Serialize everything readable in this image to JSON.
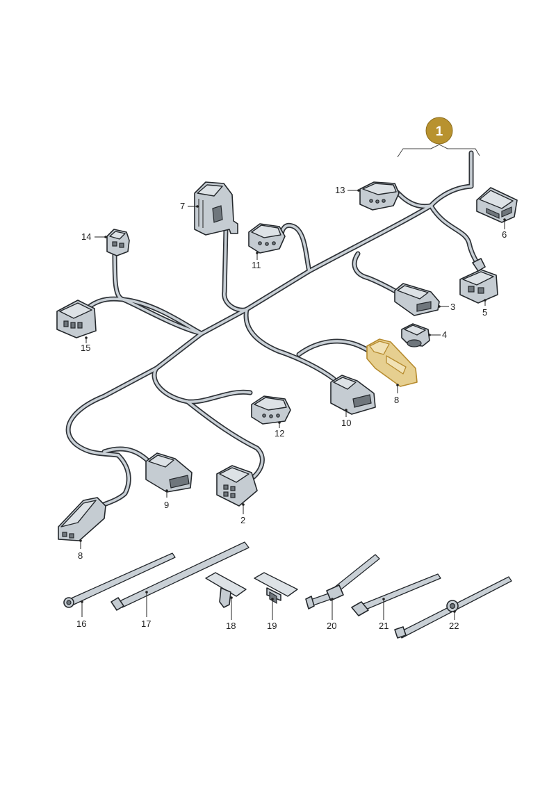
{
  "assembly_badge": "1",
  "colors": {
    "wire_outline": "#2f3338",
    "wire_fill": "#c9d0d6",
    "highlight": "#e6cf90",
    "badge": "#b8922f"
  },
  "callouts": {
    "c1": "1",
    "c2": "2",
    "c3": "3",
    "c4": "4",
    "c5": "5",
    "c6": "6",
    "c7": "7",
    "c8a": "8",
    "c8b": "8",
    "c9": "9",
    "c10": "10",
    "c11": "11",
    "c12": "12",
    "c13": "13",
    "c14": "14",
    "c15": "15",
    "c16": "16",
    "c17": "17",
    "c18": "18",
    "c19": "19",
    "c20": "20",
    "c21": "21",
    "c22": "22"
  }
}
